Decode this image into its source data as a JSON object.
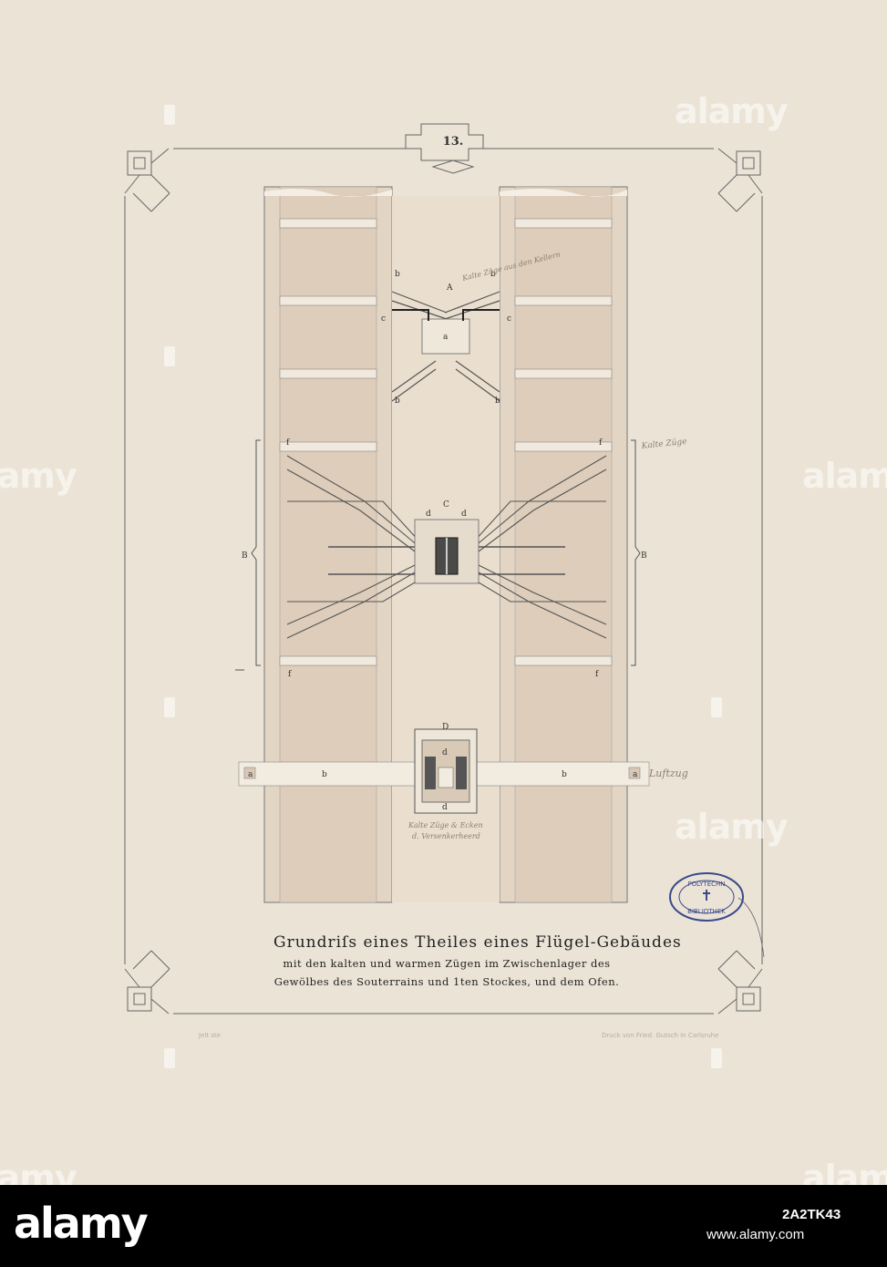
{
  "plate": {
    "number": "13.",
    "caption_line1": "Grundriſs eines Theiles eines Flügel-Gebäudes",
    "caption_line2": "mit den kalten und warmen Zügen im Zwischenlager des",
    "caption_line3": "Gewölbes des Souterrains und 1ten Stockes, und dem Ofen.",
    "printer_left": "Jelt ste",
    "printer_right": "Druck von Fried. Gutsch in Carlsruhe"
  },
  "plan_labels": {
    "A": "A",
    "B": "B",
    "C": "C",
    "D": "D",
    "a": "a",
    "b": "b",
    "c": "c",
    "d": "d",
    "f": "f"
  },
  "handwriting": {
    "note_top": "Kalte Züge aus den Kellern",
    "note_right": "Kalte Züge",
    "note_luft": "Luftzug",
    "note_oven_1": "Kalte Züge & Ecken",
    "note_oven_2": "d. Versenkerheerd"
  },
  "stamp": {
    "line1": "POLYTECHN",
    "line2": "BIBLIOTHEK"
  },
  "watermark": {
    "text": "alamy",
    "color": "#ffffff"
  },
  "footer": {
    "logo": "alamy",
    "image_id": "2A2TK43",
    "url": "www.alamy.com",
    "background": "#000000"
  },
  "colors": {
    "paper": "#ebe3d6",
    "wall_fill": "#e2d3c2",
    "ink": "#333333"
  }
}
